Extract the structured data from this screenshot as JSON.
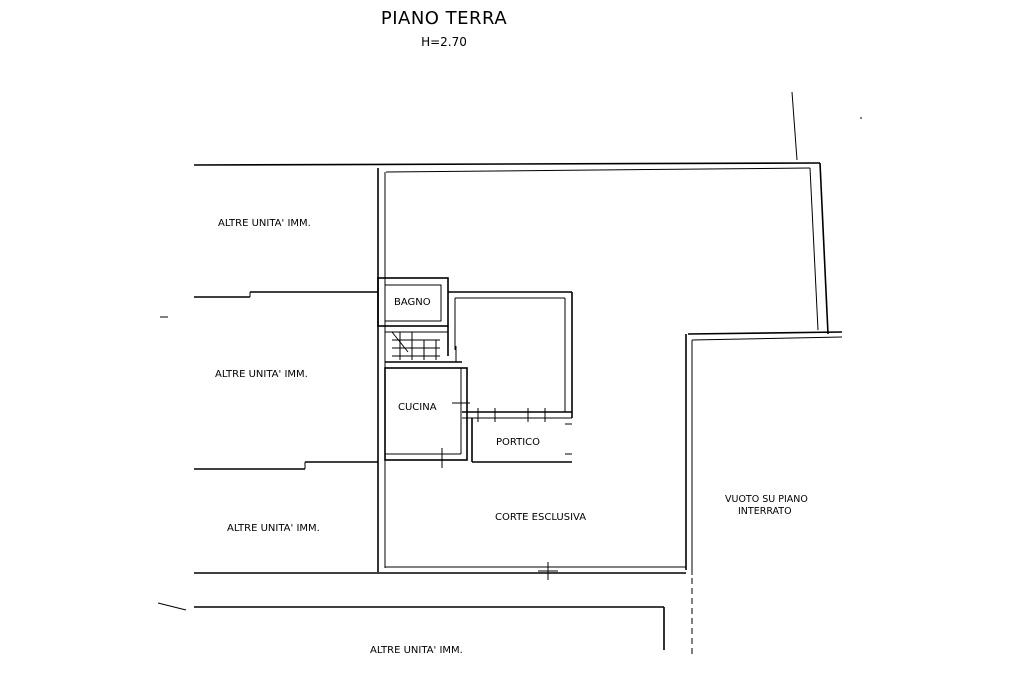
{
  "title": "PIANO TERRA",
  "subtitle": "H=2.70",
  "rooms": {
    "bagno": "BAGNO",
    "cucina": "CUCINA",
    "portico": "PORTICO",
    "corte": "CORTE ESCLUSIVA",
    "vuoto_line1": "VUOTO SU PIANO",
    "vuoto_line2": "INTERRATO"
  },
  "neighbors": {
    "n1": "ALTRE UNITA' IMM.",
    "n2": "ALTRE UNITA' IMM.",
    "n3": "ALTRE UNITA' IMM.",
    "n4": "ALTRE UNITA' IMM."
  }
}
